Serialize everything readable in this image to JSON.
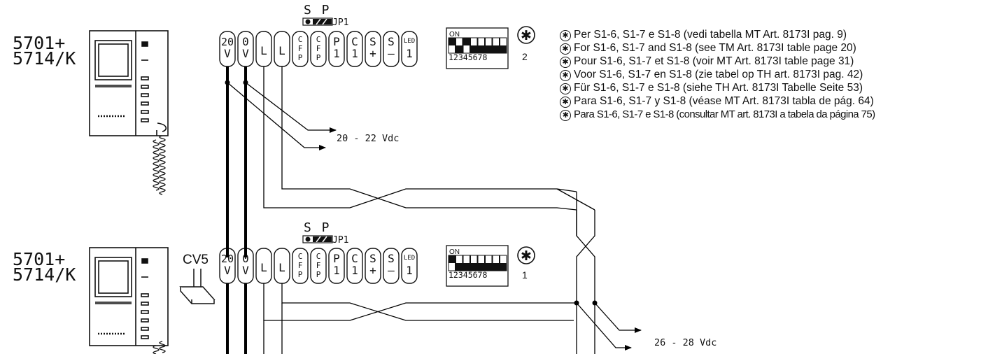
{
  "units": [
    {
      "model_label": [
        "5701+",
        "5714/K"
      ],
      "jumper": {
        "label": "S P",
        "name": "JP1"
      },
      "terminals": [
        [
          "20",
          "V"
        ],
        [
          "0",
          "V"
        ],
        [
          "L"
        ],
        [
          "L"
        ],
        [
          "C",
          "F",
          "P"
        ],
        [
          "C",
          "F",
          "P"
        ],
        [
          "P",
          "1"
        ],
        [
          "C",
          "1"
        ],
        [
          "S",
          "+"
        ],
        [
          "S",
          "—"
        ],
        [
          "LED",
          "1"
        ]
      ],
      "dip": {
        "on_label": "ON",
        "numbers": "12345678",
        "on_switches": [
          1,
          3
        ],
        "address": "2"
      },
      "note_symbol": "✱"
    },
    {
      "model_label": [
        "5701+",
        "5714/K"
      ],
      "jumper": {
        "label": "S P",
        "name": "JP1"
      },
      "terminals": [
        [
          "20",
          "V"
        ],
        [
          "0",
          "V"
        ],
        [
          "L"
        ],
        [
          "L"
        ],
        [
          "C",
          "F",
          "P"
        ],
        [
          "C",
          "F",
          "P"
        ],
        [
          "P",
          "1"
        ],
        [
          "C",
          "1"
        ],
        [
          "S",
          "+"
        ],
        [
          "S",
          "—"
        ],
        [
          "LED",
          "1"
        ]
      ],
      "dip": {
        "on_label": "ON",
        "numbers": "12345678",
        "on_switches": [
          1
        ],
        "address": "1"
      },
      "note_symbol": "✱",
      "accessory_label": "CV5"
    }
  ],
  "supply_top": "20 - 22 Vdc",
  "supply_bottom": "26 - 28 Vdc",
  "notes": [
    "Per S1-6, S1-7 e S1-8 (vedi tabella MT Art. 8173I pag. 9)",
    "For S1-6, S1-7 and S1-8 (see TM Art. 8173I table page 20)",
    "Pour S1-6, S1-7 et S1-8 (voir MT Art. 8173I table page 31)",
    "Voor S1-6, S1-7 en S1-8 (zie tabel op TH art. 8173I pag. 42)",
    "Für S1-6, S1-7 e S1-8 (siehe TH Art. 8173I Tabelle Seite 53)",
    "Para S1-6, S1-7 y S1-8 (véase MT Art. 8173I tabla de pág. 64)",
    "Para S1-6, S1-7 e S1-8 (consultar MT art. 8173I a tabela da página 75)"
  ],
  "note_marker": "✱"
}
